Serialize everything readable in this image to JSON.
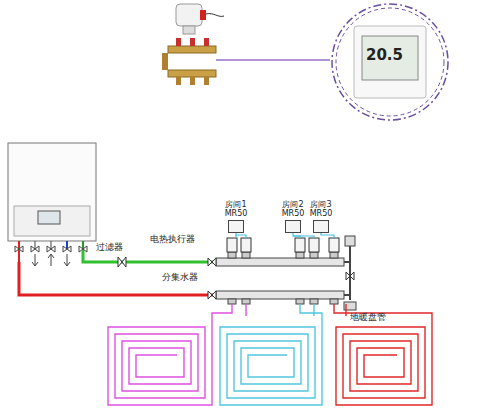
{
  "diagram": {
    "nodes": [
      {
        "text": [
          "房间1",
          "MR50"
        ]
      },
      {
        "text": [
          "房间2",
          "MR50"
        ]
      },
      {
        "text": [
          "房间3",
          "MR50"
        ]
      }
    ],
    "labels": [
      "20.5",
      "过滤器",
      "电热执行器",
      "分集水器",
      "地暖盘管"
    ]
  }
}
